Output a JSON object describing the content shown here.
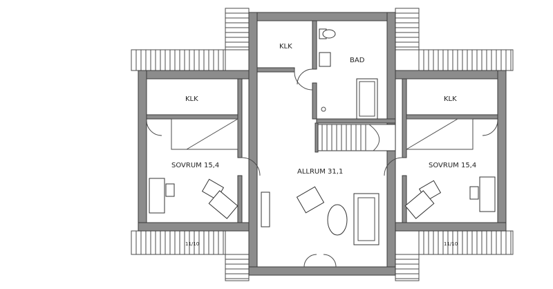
{
  "labels": {
    "klk_top": "KLK",
    "bad": "BAD",
    "klk_left": "KLK",
    "klk_right": "KLK",
    "sovrum_left": "SOVRUM 15,4",
    "sovrum_right": "SOVRUM 15,4",
    "allrum": "ALLRUM 31,1",
    "slope_left": "11/10",
    "slope_right": "11/10"
  },
  "colors": {
    "wall": "#8c8c8c",
    "line": "#3a3a3a"
  }
}
